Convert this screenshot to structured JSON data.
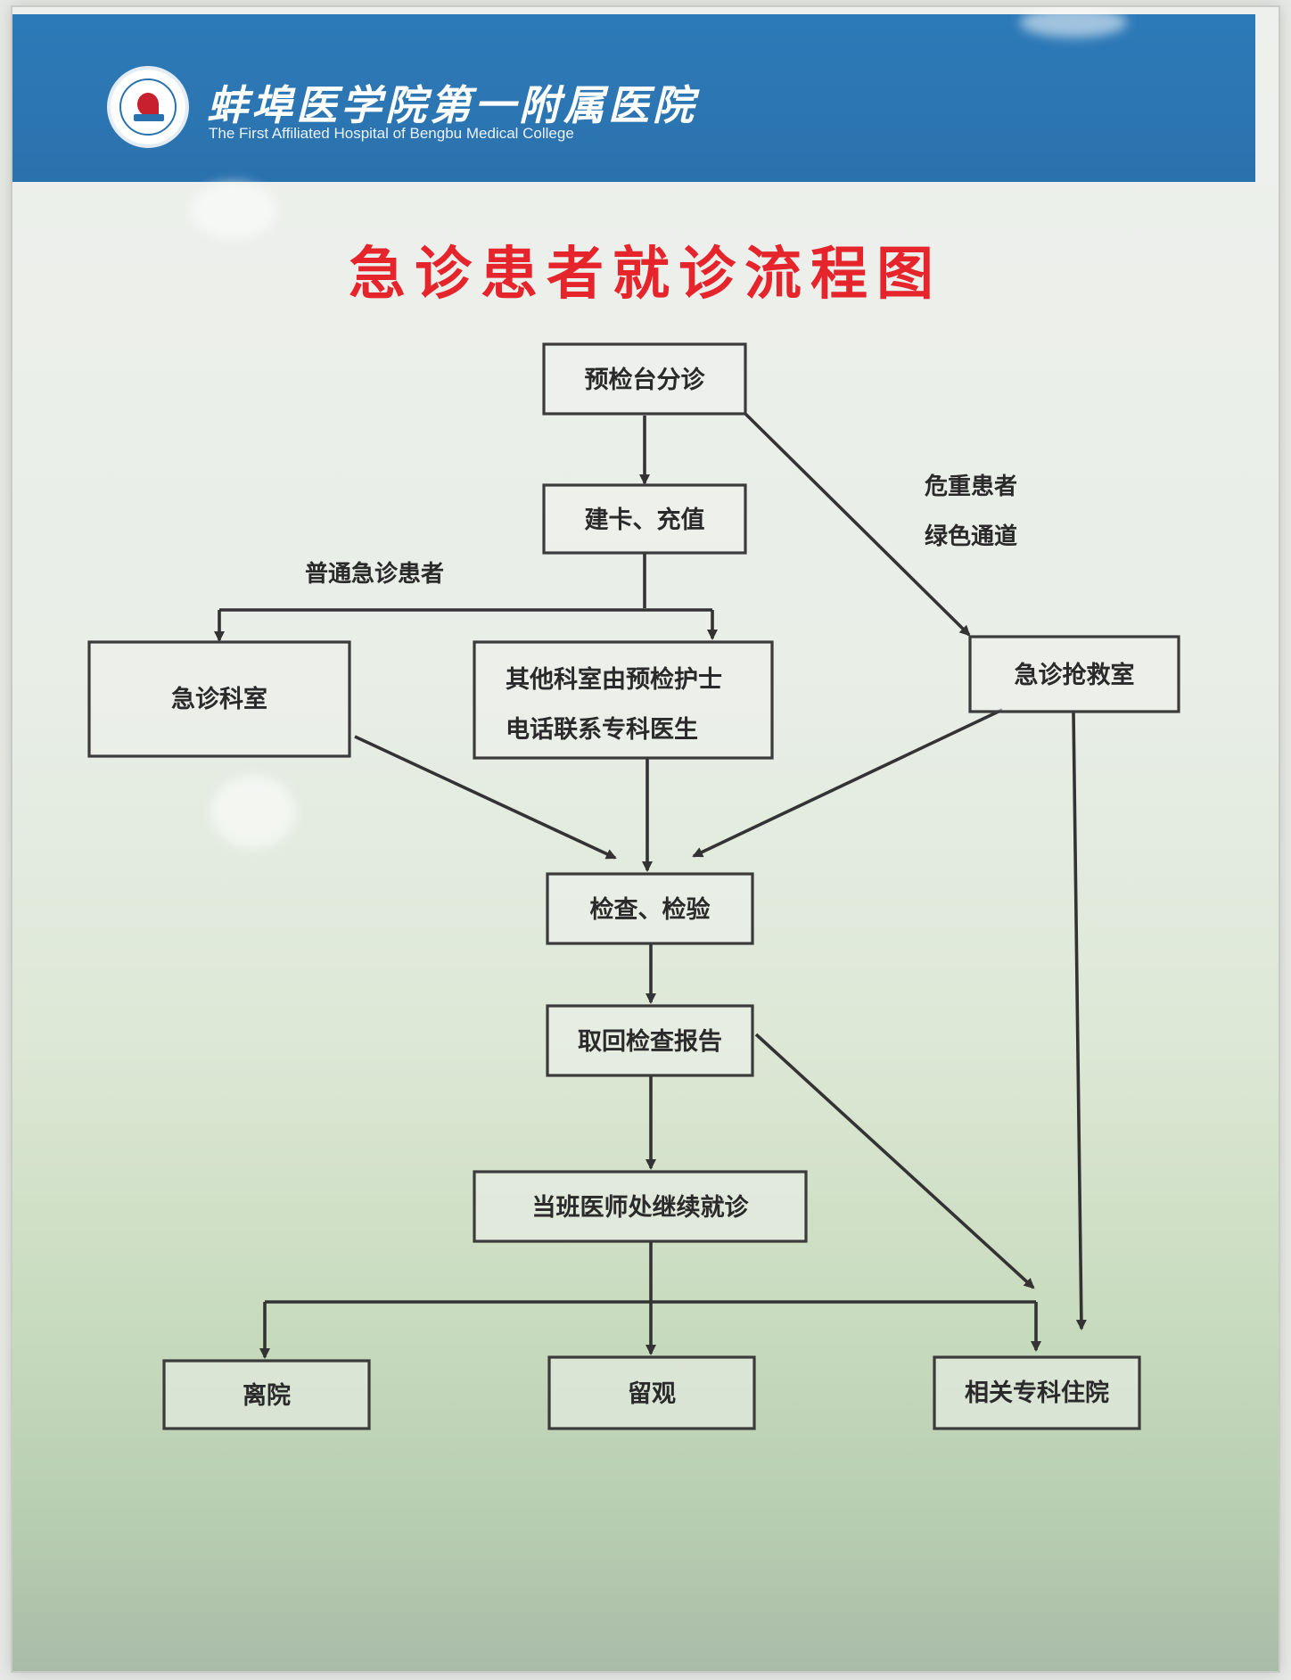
{
  "header": {
    "hospital_name_cn": "蚌埠医学院第一附属医院",
    "hospital_name_en": "The First  Affiliated Hospital of Bengbu Medical College",
    "logo_icon": "hospital-emblem-icon",
    "background_color": "#2a72ae"
  },
  "poster": {
    "title": "急诊患者就诊流程图",
    "title_color": "#e6242c"
  },
  "flowchart": {
    "nodes": {
      "triage": "预检台分诊",
      "register_card": "建卡、充值",
      "er_department": "急诊科室",
      "other_departments": [
        "其他科室由预检护士",
        "电话联系专科医生"
      ],
      "resuscitation_room": "急诊抢救室",
      "examination": "检查、检验",
      "collect_report": "取回检查报告",
      "continue_treatment": "当班医师处继续就诊",
      "discharge": "离院",
      "observation": "留观",
      "admission": "相关专科住院"
    },
    "path_labels": {
      "ordinary_patients": "普通急诊患者",
      "critical_patients": [
        "危重患者",
        "绿色通道"
      ]
    },
    "edges": [
      [
        "triage",
        "register_card"
      ],
      [
        "triage",
        "resuscitation_room"
      ],
      [
        "register_card",
        "er_department"
      ],
      [
        "register_card",
        "other_departments"
      ],
      [
        "er_department",
        "examination"
      ],
      [
        "other_departments",
        "examination"
      ],
      [
        "resuscitation_room",
        "examination"
      ],
      [
        "resuscitation_room",
        "admission"
      ],
      [
        "examination",
        "collect_report"
      ],
      [
        "collect_report",
        "continue_treatment"
      ],
      [
        "collect_report",
        "admission"
      ],
      [
        "continue_treatment",
        "discharge"
      ],
      [
        "continue_treatment",
        "observation"
      ],
      [
        "continue_treatment",
        "admission"
      ]
    ]
  }
}
